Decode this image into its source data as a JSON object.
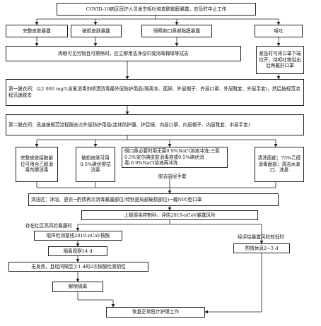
{
  "watermark": "",
  "nodes": {
    "top": "COVID-19病区医护人员发生呕吐和皮肤黏膜暴露，应及时中止工作",
    "b1": "完整皮肤暴露",
    "b2": "破损皮肤暴露",
    "b3": "眼睛和口鼻部黏膜暴露",
    "b4": "呕吐",
    "clean": "肉眼可见污物且可擦除时，应立即用洁净湿巾或消毒棉球等拭去",
    "vomit": "紧急时可将口罩下端拉开，待呕吐物溢出后再戴好口罩",
    "first": "第一脱衣间：以2 000 mg/L含氯消毒剂喷洒消毒最外层防护用品(隔离衣、面屏、外层帽子、外层口罩、外层靴套、外层手套)，然后按规范流程迅速脱去",
    "second": "第二脱衣间：迅速按规范流程脱去次外层防护用品(连体防护服、护目镜、内层口罩、内层帽子、内层靴套、中层手套)",
    "s1": "完整皮肤接触部位可用含乙醇消毒剂擦消毒",
    "s2": "破损皮肤可用0.5%碘伏擦拭消毒",
    "s3": "眼口鼻必要时用无菌0.9%NaCl溶液冲洗;三型0.5%安尔碘皮肤消毒液或0.5%碘伏消毒;0.9%NaCl溶液再冲洗",
    "s4": "清洗面部；75%乙醇消毒面部；清洁水漱口、洗鼻",
    "tag": "脱去内层手套",
    "clean_area": "清洁区：沐浴、更衣→酌情再次消毒暴露部位(特别是局部破损部位)→戴N95型口罩",
    "report": "上报感染控制科，评估2019-nCoV暴露风险",
    "high": "存在红区高风险暴露时",
    "low": "经评估暴露风险较低时",
    "test": "取样检测基线2019-nCoV核酸",
    "iso": "隔离观察14 d",
    "rest": "酌情休息2~3 d",
    "neg": "无发热，且经间隔至少1 d的2次核酸检测阴性",
    "release": "解除隔离",
    "resume": "恢复正常医疗护理工作"
  }
}
